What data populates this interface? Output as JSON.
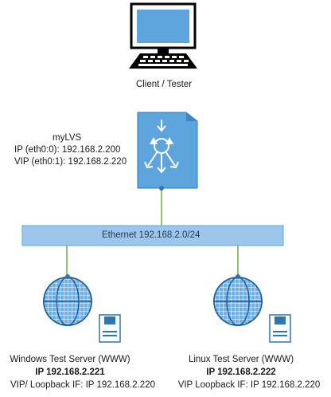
{
  "client": {
    "label": "Client / Tester"
  },
  "lvs": {
    "name": "myLVS",
    "ip_line": "IP  (eth0:0): 192.168.2.200",
    "vip_line": "VIP (eth0:1): 192.168.2.220"
  },
  "network": {
    "label": "Ethernet 192.168.2.0/24"
  },
  "windows_server": {
    "title": "Windows Test Server (WWW)",
    "ip": "IP 192.168.2.221",
    "vip": "VIP/ Loopback IF: IP 192.168.2.220"
  },
  "linux_server": {
    "title": "Linux Test Server (WWW)",
    "ip": "IP 192.168.2.222",
    "vip": "VIP Loopback IF: IP 192.168.2.220"
  },
  "colors": {
    "accent": "#5ea4dd",
    "outline": "#2e75b6",
    "bar": "#9dc6ea",
    "line_green": "#70ad47",
    "dark": "#000000"
  }
}
